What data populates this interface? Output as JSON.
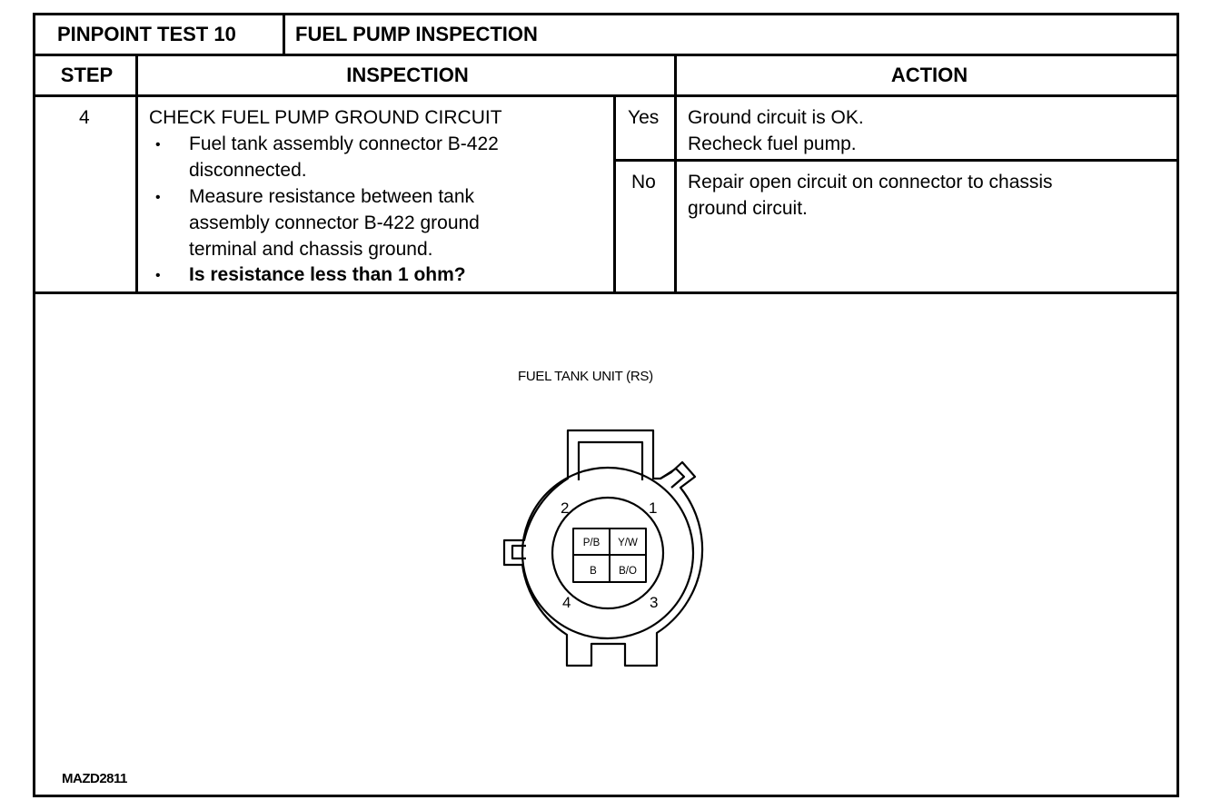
{
  "header": {
    "test_label": "PINPOINT TEST 10",
    "test_title": "FUEL PUMP INSPECTION"
  },
  "columns": {
    "step": "STEP",
    "inspection": "INSPECTION",
    "action": "ACTION"
  },
  "step_row": {
    "step_number": "4",
    "heading": "CHECK FUEL PUMP GROUND CIRCUIT",
    "bullets": [
      {
        "lines": [
          "Fuel tank assembly connector B-422",
          "disconnected."
        ]
      },
      {
        "lines": [
          "Measure resistance between tank",
          "assembly connector B-422 ground",
          "terminal and chassis ground."
        ]
      },
      {
        "lines": [
          "Is resistance less than 1 ohm?"
        ]
      }
    ],
    "bullet_char": "•",
    "outcomes": [
      {
        "answer": "Yes",
        "action_lines": [
          "Ground circuit is OK.",
          "Recheck fuel pump."
        ]
      },
      {
        "answer": "No",
        "action_lines": [
          "Repair open circuit on connector to chassis",
          "ground circuit."
        ]
      }
    ]
  },
  "diagram": {
    "title": "FUEL TANK UNIT (RS)",
    "pins": [
      {
        "number": "2",
        "wire": "P/B"
      },
      {
        "number": "1",
        "wire": "Y/W"
      },
      {
        "number": "4",
        "wire": "B"
      },
      {
        "number": "3",
        "wire": "B/O"
      }
    ],
    "figure_code": "MAZD2811"
  }
}
